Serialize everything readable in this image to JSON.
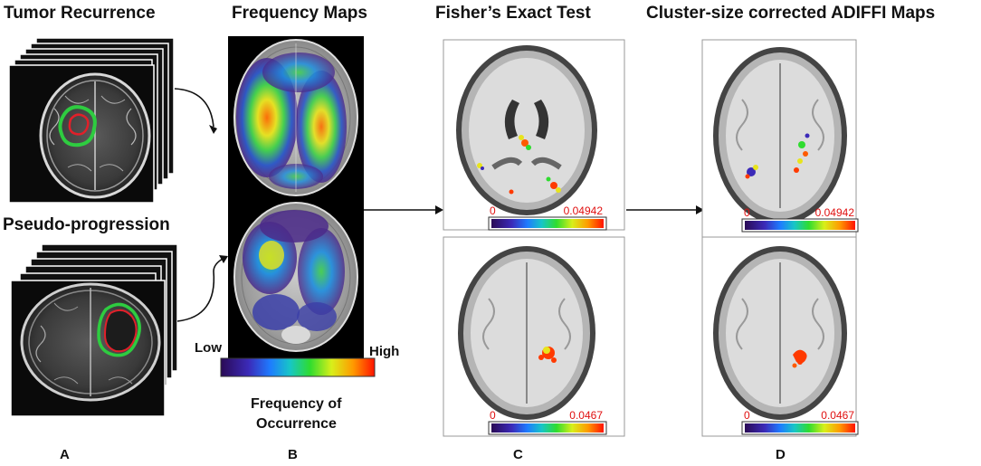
{
  "headings": {
    "tumor_recurrence": "Tumor Recurrence",
    "frequency_maps": "Frequency Maps",
    "fishers_exact_test": "Fisher’s Exact Test",
    "adiffi_maps": "Cluster-size corrected ADIFFI Maps",
    "pseudo_progression": "Pseudo-progression"
  },
  "panel_letters": {
    "a": "A",
    "b": "B",
    "c": "C",
    "d": "D"
  },
  "frequency_scale": {
    "low": "Low",
    "high": "High",
    "caption_line1": "Frequency of",
    "caption_line2": "Occurrence"
  },
  "scales": {
    "c_top_min": "0",
    "c_top_max": "0.04942",
    "c_bottom_min": "0",
    "c_bottom_max": "0.0467",
    "d_top_min": "0",
    "d_top_max": "0.04942",
    "d_bottom_min": "0",
    "d_bottom_max": "0.0467"
  },
  "colors": {
    "outline_green": "#2ecc40",
    "outline_red": "#e0202a",
    "heat_low": "#3b1f7a",
    "heat_high": "#ff1a00"
  }
}
